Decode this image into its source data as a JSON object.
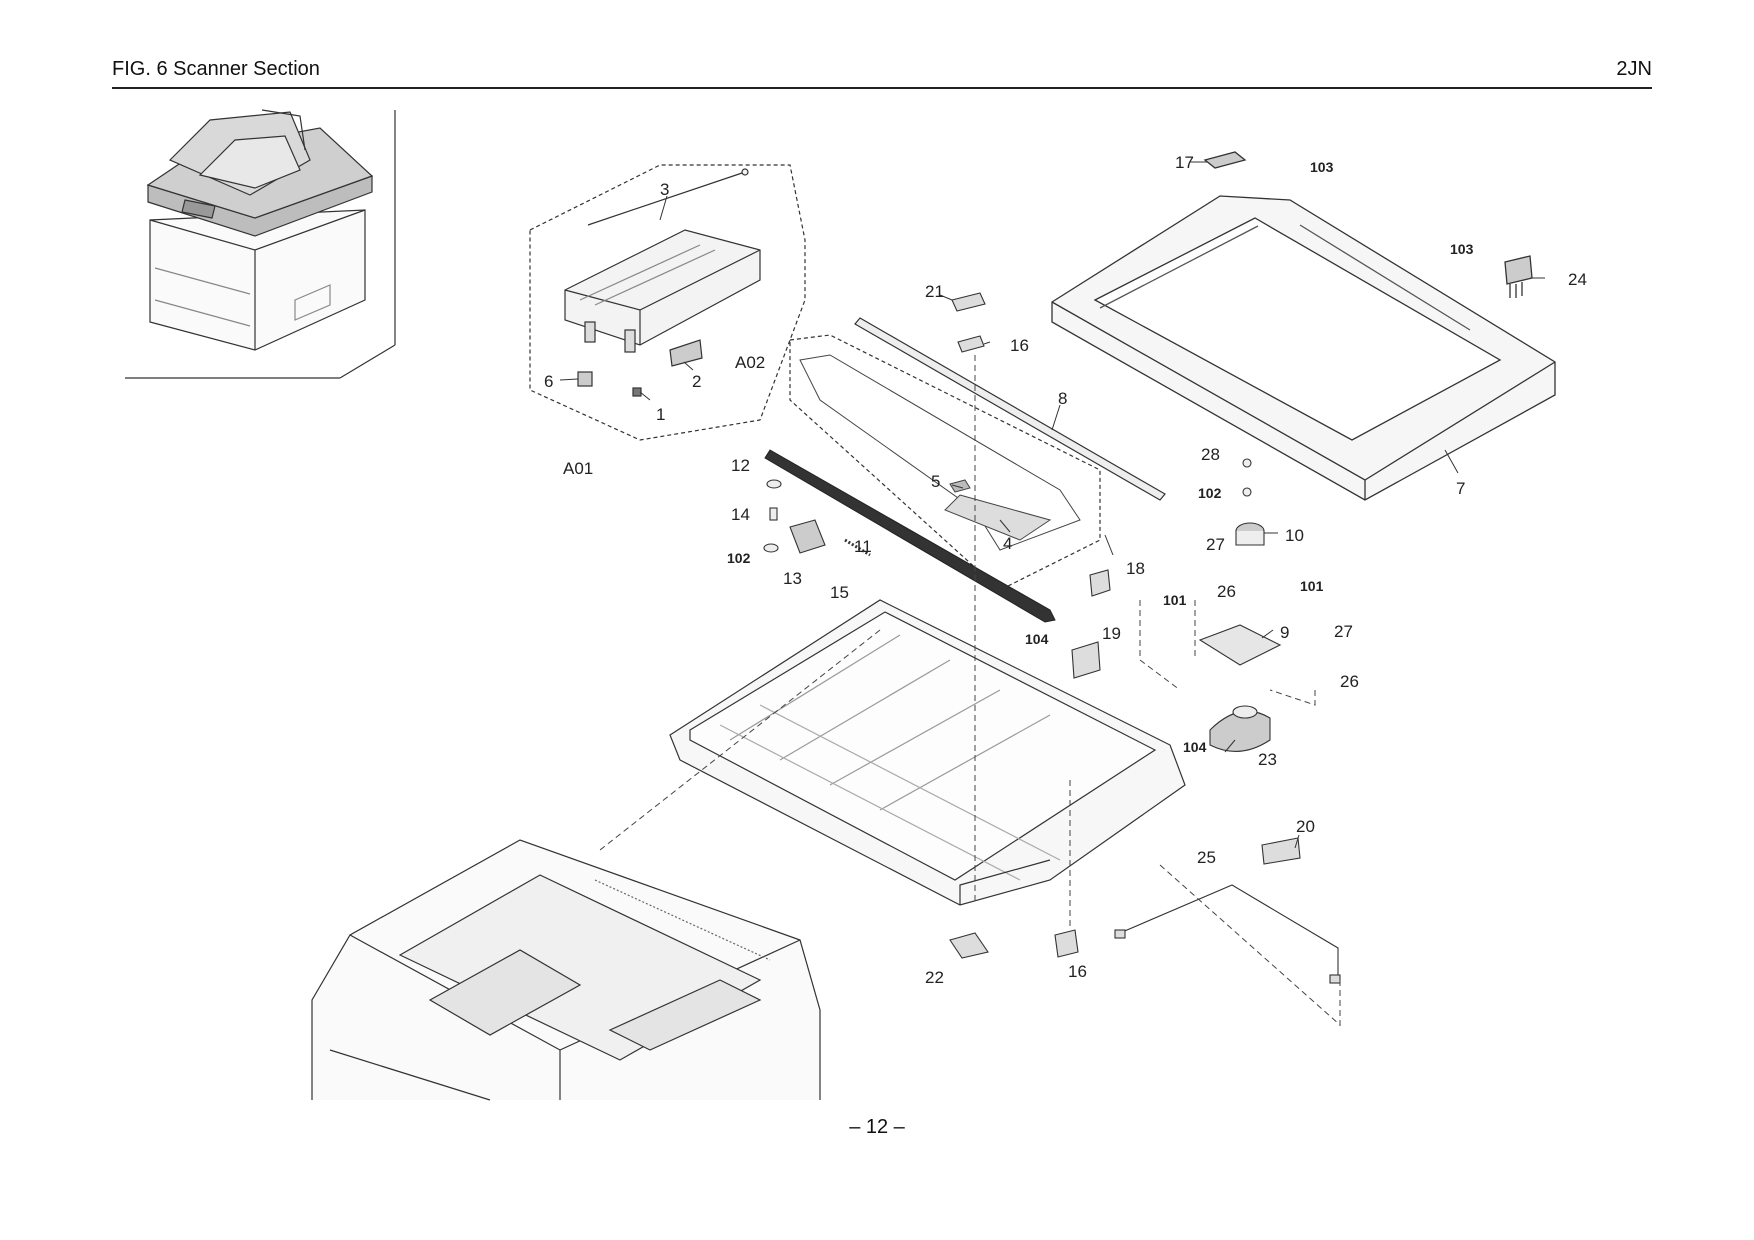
{
  "header": {
    "figure_title": "FIG.  6  Scanner Section",
    "doc_code": "2JN"
  },
  "footer": {
    "page_number": "– 12 –"
  },
  "callouts": {
    "c1": "1",
    "c2": "2",
    "c3": "3",
    "c4": "4",
    "c5": "5",
    "c6": "6",
    "c7": "7",
    "c8": "8",
    "c9": "9",
    "c10": "10",
    "c11": "11",
    "c12": "12",
    "c13": "13",
    "c14": "14",
    "c15": "15",
    "c16a": "16",
    "c16b": "16",
    "c17": "17",
    "c18": "18",
    "c19": "19",
    "c20": "20",
    "c21": "21",
    "c22": "22",
    "c23": "23",
    "c24": "24",
    "c25": "25",
    "c26a": "26",
    "c26b": "26",
    "c27a": "27",
    "c27b": "27",
    "c28": "28",
    "c101a": "101",
    "c101b": "101",
    "c102a": "102",
    "c102b": "102",
    "c103a": "103",
    "c103b": "103",
    "c104a": "104",
    "c104b": "104",
    "cA01": "A01",
    "cA02": "A02"
  }
}
